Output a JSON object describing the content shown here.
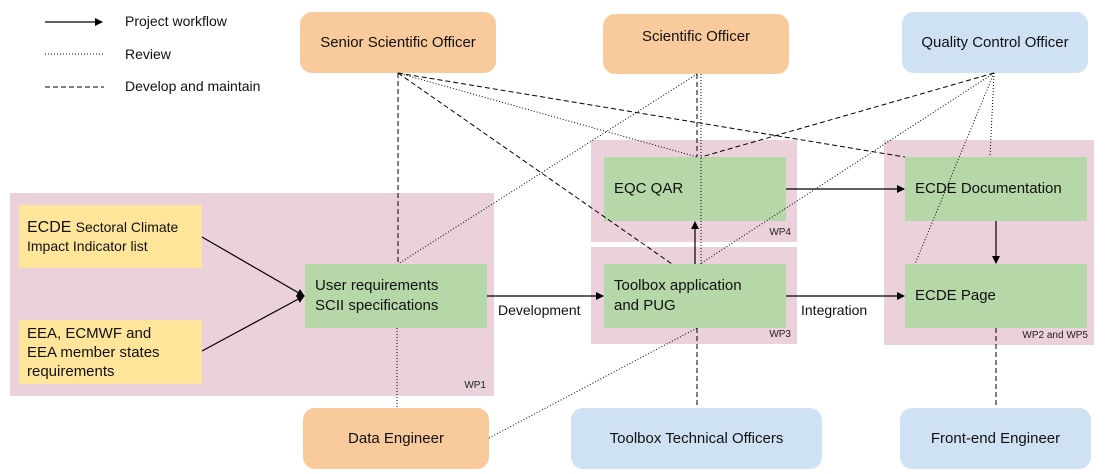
{
  "legend": {
    "workflow": "Project workflow",
    "review": "Review",
    "develop": "Develop and maintain"
  },
  "workpackages": {
    "wp1": "WP1",
    "wp4": "WP4",
    "wp3": "WP3",
    "wp25": "WP2 and WP5"
  },
  "inputs": {
    "ecde_list_line1_a": "ECDE",
    "ecde_list_line1_b": "Sectoral Climate",
    "ecde_list_line2": "Impact Indicator list",
    "eea_line1": "EEA, ECMWF and",
    "eea_line2": "EEA member states",
    "eea_line3": "requirements"
  },
  "boxes": {
    "user_req_line1": "User requirements",
    "user_req_line2": "SCII specifications",
    "eqc": "EQC QAR",
    "toolbox_line1": "Toolbox application",
    "toolbox_line2": "and PUG",
    "ecde_doc": "ECDE Documentation",
    "ecde_page": "ECDE Page"
  },
  "edge_labels": {
    "development": "Development",
    "integration": "Integration"
  },
  "roles": {
    "senior_scientific_officer": "Senior Scientific Officer",
    "scientific_officer": "Scientific Officer",
    "quality_control_officer": "Quality Control Officer",
    "data_engineer": "Data Engineer",
    "toolbox_technical_officers": "Toolbox Technical Officers",
    "frontend_engineer": "Front-end Engineer"
  }
}
